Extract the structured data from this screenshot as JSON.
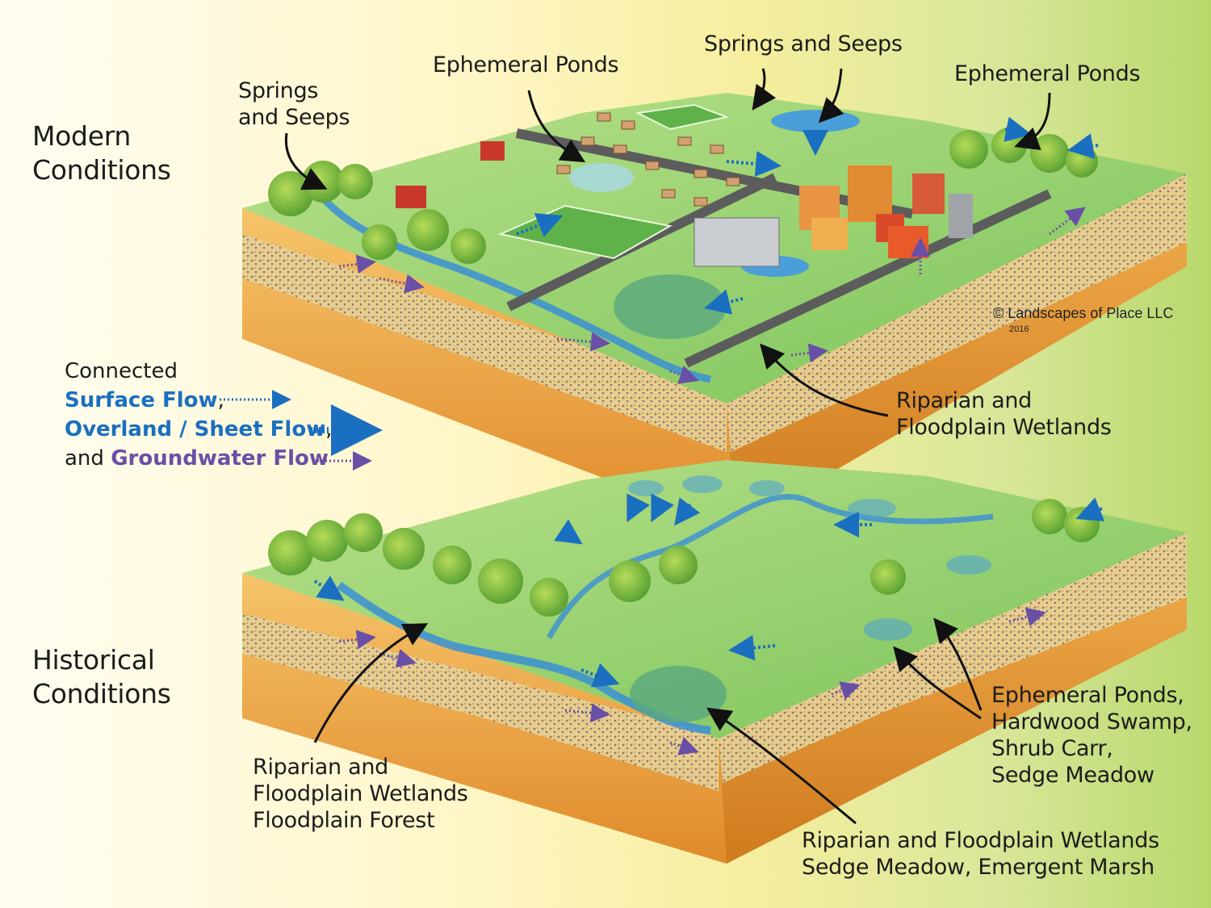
{
  "sections": {
    "modern": [
      "Modern",
      "Conditions"
    ],
    "historical": [
      "Historical",
      "Conditions"
    ]
  },
  "modern_labels": {
    "springs_left": [
      "Springs",
      "and Seeps"
    ],
    "ephemeral_center": "Ephemeral Ponds",
    "springs_top": "Springs and Seeps",
    "ephemeral_right": "Ephemeral Ponds",
    "riparian": [
      "Riparian and",
      "Floodplain Wetlands"
    ]
  },
  "historical_labels": {
    "riparian_left": [
      "Riparian and",
      "Floodplain Wetlands",
      "Floodplain Forest"
    ],
    "riparian_bottom": [
      "Riparian and Floodplain Wetlands",
      "Sedge Meadow, Emergent Marsh"
    ],
    "ephemeral_right": [
      "Ephemeral Ponds,",
      "Hardwood Swamp,",
      "Shrub Carr,",
      "Sedge Meadow"
    ]
  },
  "legend": {
    "line1": "Connected",
    "surface": "Surface Flow",
    "comma": ",",
    "overland": "Overland / Sheet Flow",
    "and": "and ",
    "groundwater": "Groundwater Flow"
  },
  "copyright": {
    "text": "© Landscapes of Place LLC",
    "year": "2016"
  },
  "colors": {
    "surface_flow": "#1a6fc0",
    "groundwater_flow": "#6a4fa6",
    "soil": "#f0a94a",
    "land": "#8fcf6a",
    "water": "#4a9fd8"
  }
}
